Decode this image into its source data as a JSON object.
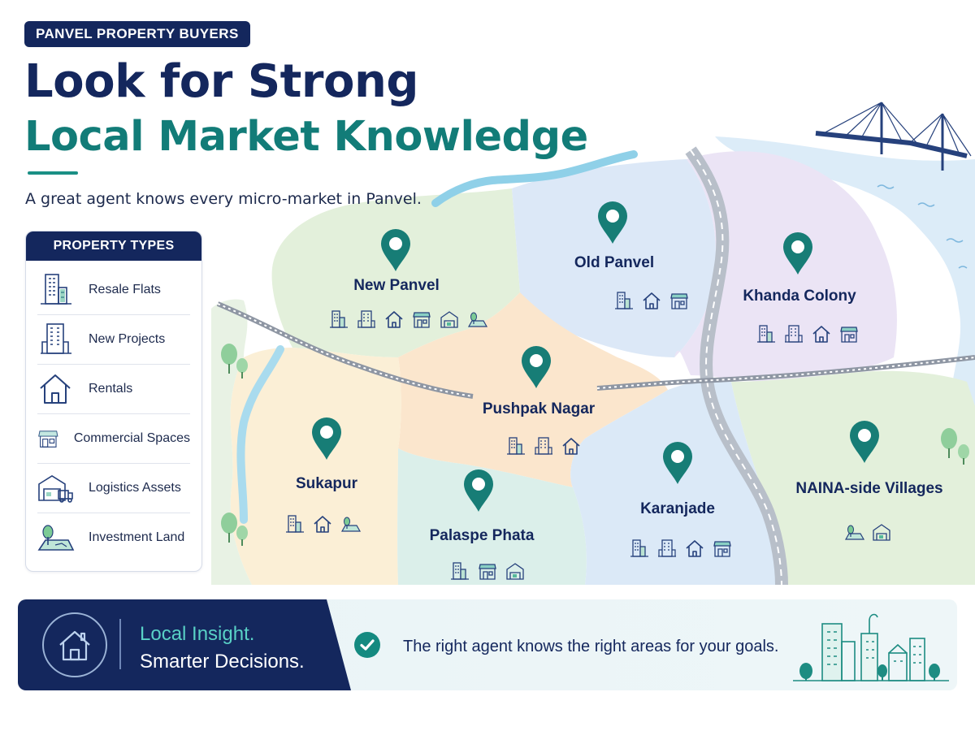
{
  "header": {
    "badge": "PANVEL PROPERTY BUYERS",
    "title_line1": "Look for Strong",
    "title_line2": "Local Market Knowledge",
    "subtitle": "A great agent knows every micro-market in Panvel."
  },
  "property_types": {
    "heading": "PROPERTY TYPES",
    "items": [
      {
        "label": "Resale Flats",
        "icon": "resale-flats-icon"
      },
      {
        "label": "New Projects",
        "icon": "new-projects-icon"
      },
      {
        "label": "Rentals",
        "icon": "rentals-icon"
      },
      {
        "label": "Commercial Spaces",
        "icon": "commercial-spaces-icon"
      },
      {
        "label": "Logistics Assets",
        "icon": "logistics-assets-icon"
      },
      {
        "label": "Investment Land",
        "icon": "investment-land-icon"
      }
    ]
  },
  "areas": [
    {
      "name": "New Panvel",
      "icons": [
        "resale",
        "new-project",
        "rental",
        "commercial",
        "logistics",
        "land"
      ]
    },
    {
      "name": "Old Panvel",
      "icons": [
        "resale",
        "rental",
        "commercial"
      ]
    },
    {
      "name": "Khanda Colony",
      "icons": [
        "resale",
        "new-project",
        "rental",
        "commercial"
      ]
    },
    {
      "name": "Pushpak Nagar",
      "icons": [
        "resale",
        "new-project",
        "rental"
      ]
    },
    {
      "name": "Sukapur",
      "icons": [
        "resale",
        "rental",
        "land"
      ]
    },
    {
      "name": "Palaspe Phata",
      "icons": [
        "resale",
        "commercial",
        "logistics"
      ]
    },
    {
      "name": "Karanjade",
      "icons": [
        "resale",
        "new-project",
        "rental",
        "commercial"
      ]
    },
    {
      "name": "NAINA-side Villages",
      "icons": [
        "land",
        "logistics"
      ]
    }
  ],
  "footer": {
    "line1": "Local Insight.",
    "line2": "Smarter Decisions.",
    "message": "The right agent knows the right areas for your goals."
  },
  "colors": {
    "navy": "#14275d",
    "teal": "#127c78",
    "pin": "#177d76",
    "water": "#dcecf8",
    "zone_green": "#e5f1dc",
    "zone_blue": "#dde9f8",
    "zone_purple": "#ebe5f6",
    "zone_orange": "#fbe8cf",
    "zone_yellow": "#fbefd6",
    "zone_mint": "#dcf0ec"
  }
}
